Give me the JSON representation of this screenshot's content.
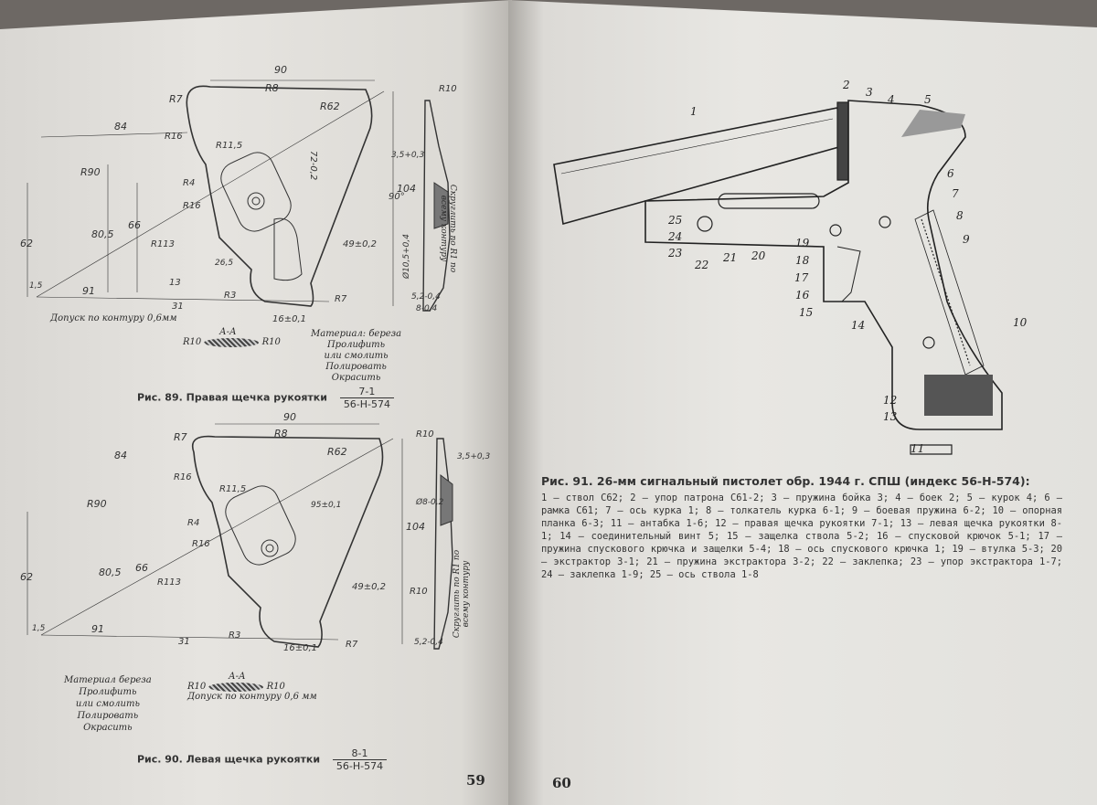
{
  "left_page": {
    "page_number": "59",
    "fig89": {
      "caption": "Рис. 89. Правая щечка рукоятки",
      "code_top": "7-1",
      "code_bottom": "56-Н-574",
      "dims": [
        "90",
        "R7",
        "R8",
        "R62",
        "84",
        "R16",
        "R11,5",
        "R90",
        "R4",
        "R16",
        "80,5",
        "66",
        "R113",
        "62",
        "1,5",
        "91",
        "13",
        "31",
        "R3",
        "16±0,1",
        "R7",
        "49±0,2",
        "104",
        "72-0,2",
        "26,5",
        "R10",
        "3,5+0,3",
        "90°",
        "R1",
        "5,2-0,4",
        "8-0,4",
        "Ø10,5+0,4"
      ],
      "note_tolerance": "Допуск по контуру 0,6мм",
      "section_label": "А-А",
      "section_r_left": "R10",
      "section_r_right": "R10",
      "material_note": [
        "Материал: береза",
        "Пролифить",
        "или смолить",
        "Полировать",
        "Окрасить"
      ],
      "side_note": "Скруглить по R1 по всему контуру"
    },
    "fig90": {
      "caption": "Рис. 90. Левая щечка рукоятки",
      "code_top": "8-1",
      "code_bottom": "56-Н-574",
      "dims": [
        "90",
        "R7",
        "R8",
        "R62",
        "84",
        "R16",
        "R11,5",
        "R90",
        "R4",
        "R16",
        "80,5",
        "66",
        "R113",
        "62",
        "1,5",
        "91",
        "31",
        "R3",
        "16±0,1",
        "R7",
        "49±0,2",
        "104",
        "R10",
        "3,5+0,3",
        "Ø8-0,2",
        "5,2-0,4",
        "95±0,1"
      ],
      "material_note": [
        "Материал береза",
        "Пролифить",
        "или смолить",
        "Полировать",
        "Окрасить"
      ],
      "section_label": "А-А",
      "section_r_left": "R10",
      "section_r_right": "R10",
      "note_tolerance": "Допуск по контуру 0,6 мм",
      "side_note": "Скруглить по R1 по всему контуру"
    }
  },
  "right_page": {
    "page_number": "60",
    "fig91": {
      "title": "Рис. 91. 26-мм сигнальный пистолет обр. 1944 г. СПШ (индекс 56-Н-574):",
      "legend": "1 — ствол С62; 2 — упор патрона С61-2; 3 — пружина бойка 3; 4 — боек 2; 5 — курок 4; 6 — рамка С61; 7 — ось курка 1; 8 — толкатель курка 6-1; 9 — боевая пружина 6-2; 10 — опорная планка 6-3; 11 — антабка 1-6; 12 — правая щечка рукоятки 7-1; 13 — левая щечка рукоятки 8-1; 14 — соединительный винт 5; 15 — защелка ствола 5-2; 16 — спусковой крючок 5-1; 17 — пружина спускового крючка и защелки 5-4; 18 — ось спускового крючка 1; 19 — втулка 5-3; 20 — экстрактор 3-1; 21 — пружина экстрактора 3-2; 22 — заклепка; 23 — упор экстрактора 1-7; 24 — заклепка 1-9; 25 — ось ствола 1-8",
      "part_numbers": [
        "1",
        "2",
        "3",
        "4",
        "5",
        "6",
        "7",
        "8",
        "9",
        "10",
        "11",
        "12",
        "13",
        "14",
        "15",
        "16",
        "17",
        "18",
        "19",
        "20",
        "21",
        "22",
        "23",
        "24",
        "25"
      ]
    }
  },
  "colors": {
    "paper": "#e4e2de",
    "ink": "#2a2a2a",
    "hatch": "#555555"
  }
}
